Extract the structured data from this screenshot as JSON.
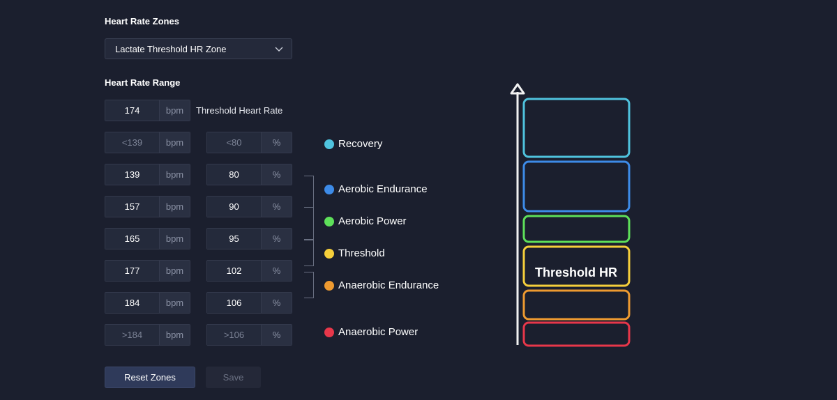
{
  "heart_rate_zones": {
    "title": "Heart Rate Zones",
    "selected": "Lactate Threshold HR Zone",
    "icon": "chevron-down-icon"
  },
  "heart_rate_range": {
    "title": "Heart Rate Range",
    "threshold": {
      "value": "174",
      "unit": "bpm",
      "label": "Threshold Heart Rate"
    },
    "rows": [
      {
        "bpm": "<139",
        "pct": "<80"
      },
      {
        "bpm": "139",
        "pct": "80"
      },
      {
        "bpm": "157",
        "pct": "90"
      },
      {
        "bpm": "165",
        "pct": "95"
      },
      {
        "bpm": "177",
        "pct": "102"
      },
      {
        "bpm": "184",
        "pct": "106"
      },
      {
        "bpm": ">184",
        "pct": ">106"
      }
    ],
    "bpm_unit": "bpm",
    "pct_unit": "%"
  },
  "zones": [
    {
      "name": "Recovery",
      "color": "#4fc3de"
    },
    {
      "name": "Aerobic Endurance",
      "color": "#3d8be8"
    },
    {
      "name": "Aerobic Power",
      "color": "#5ee05a"
    },
    {
      "name": "Threshold",
      "color": "#f6cf3b"
    },
    {
      "name": "Anaerobic Endurance",
      "color": "#ee9a30"
    },
    {
      "name": "Anaerobic Power",
      "color": "#e8374a"
    }
  ],
  "diagram": {
    "label": "Threshold HR"
  },
  "buttons": {
    "reset": "Reset Zones",
    "save": "Save"
  }
}
